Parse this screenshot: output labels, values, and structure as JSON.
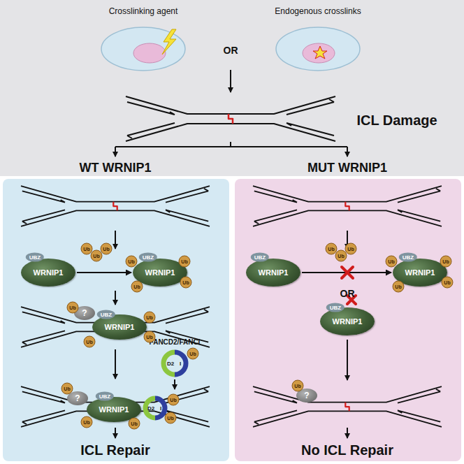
{
  "diagram": {
    "nodes": [
      {
        "text": [
          "ICL Damage"
        ]
      },
      {
        "text": [
          "ICL Repair"
        ]
      },
      {
        "text": [
          "No ICL Repair"
        ]
      },
      {
        "text": [
          "WRNIP1"
        ],
        "in": 1
      },
      {
        "text": [
          "WRNIP1"
        ],
        "in": 1
      },
      {
        "text": [
          "?"
        ],
        "in": 1
      },
      {
        "text": [
          "WRNIP1"
        ],
        "in": 1
      },
      {
        "text": [
          "FANCD2/FANCI",
          "D2",
          "I"
        ],
        "in": 1
      },
      {
        "text": [
          "?"
        ],
        "in": 1
      },
      {
        "text": [
          "WRNIP1"
        ],
        "in": 1
      },
      {
        "text": [
          "D2",
          "I"
        ],
        "in": 1
      },
      {
        "text": [
          "WRNIP1"
        ],
        "in": 2
      },
      {
        "text": [
          "WRNIP1"
        ],
        "in": 2
      },
      {
        "text": [
          "WRNIP1"
        ],
        "in": 2
      },
      {
        "text": [
          "?"
        ],
        "in": 2
      }
    ],
    "edges": [
      {
        "from": 3,
        "to": 4,
        "arrow": "to"
      },
      {
        "from": 11,
        "to": 12,
        "arrow": "to"
      }
    ],
    "labels": [
      "Crosslinking agent",
      "OR",
      "Endogenous crosslinks",
      "WT WRNIP1",
      "MUT WRNIP1",
      "UBZ",
      "Ub",
      "Ub",
      "Ub",
      "UBZ",
      "Ub",
      "Ub",
      "Ub",
      "Ub",
      "Ub",
      "UBZ",
      "Ub",
      "Ub",
      "Ub",
      "Ub",
      "UBZ",
      "Ub",
      "Ub",
      "Ub",
      "Ub",
      "Ub",
      "UBZ",
      "Ub",
      "Ub",
      "Ub",
      "UBZ",
      "Ub",
      "Ub",
      "Ub",
      "Ub",
      "OR",
      "UBZ",
      "Ub"
    ]
  }
}
